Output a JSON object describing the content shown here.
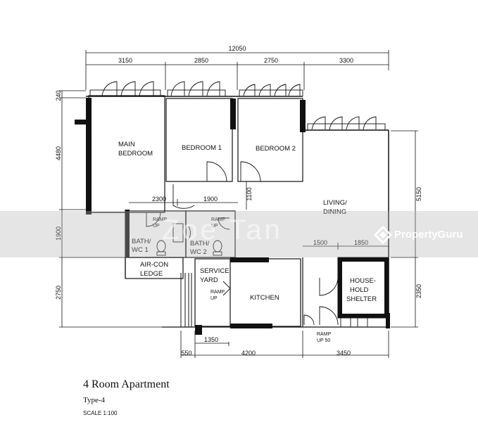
{
  "title": "4 Room Apartment",
  "subtitle": "Type-4",
  "scale": "SCALE 1:100",
  "watermark": {
    "agent_name": "Zoe Tan",
    "brand": "PropertyGuru"
  },
  "dimensions": {
    "overall_top": "12050",
    "top_segments": [
      "3150",
      "2850",
      "2750",
      "3300"
    ],
    "left_segments": [
      "240",
      "4480",
      "1900",
      "2750"
    ],
    "right_segments": [
      "5150",
      "2350"
    ],
    "bottom_segments": [
      "550",
      "1350",
      "4200",
      "3450"
    ],
    "inner": {
      "d2300": "2300",
      "d1900": "1900",
      "d1100": "1100",
      "d1500": "1500",
      "d1850": "1850"
    }
  },
  "rooms": {
    "main_bedroom_l1": "MAIN",
    "main_bedroom_l2": "BEDROOM",
    "bedroom1": "BEDROOM 1",
    "bedroom2": "BEDROOM 2",
    "living_l1": "LIVING/",
    "living_l2": "DINING",
    "bath1_l1": "BATH/",
    "bath1_l2": "WC 1",
    "bath2_l1": "BATH/",
    "bath2_l2": "WC 2",
    "aircon_l1": "AIR-CON",
    "aircon_l2": "LEDGE",
    "service_l1": "SERVICE",
    "service_l2": "YARD",
    "kitchen": "KITCHEN",
    "shelter_l1": "HOUSE-",
    "shelter_l2": "HOLD",
    "shelter_l3": "SHELTER"
  },
  "labels": {
    "ramp": "RAMP",
    "up": "UP",
    "up50": "UP 50"
  }
}
